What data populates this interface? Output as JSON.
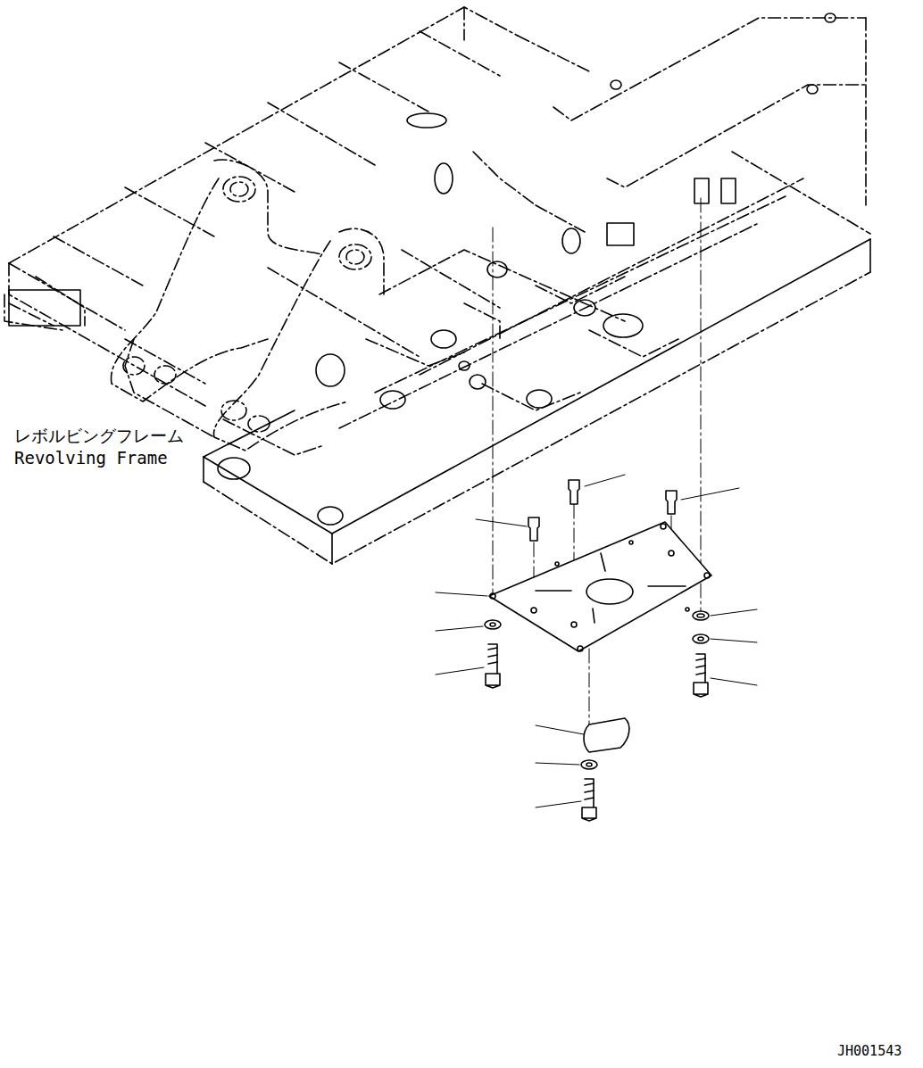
{
  "diagram": {
    "labels": [
      "レボルビングフレーム",
      "Revolving Frame",
      "JH001543"
    ]
  }
}
